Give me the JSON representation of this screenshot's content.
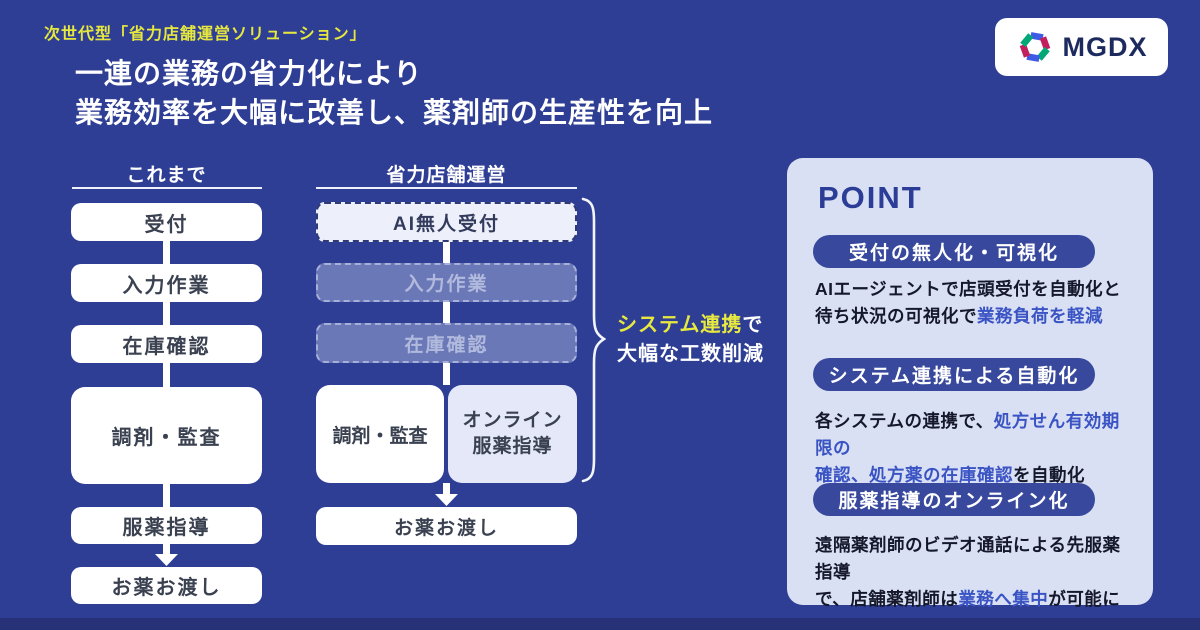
{
  "tagline": "次世代型「省力店舗運営ソリューション」",
  "title": {
    "line1": "一連の業務の省力化により",
    "line2": "業務効率を大幅に改善し、薬剤師の生産性を向上"
  },
  "logo": {
    "text": "MGDX"
  },
  "before": {
    "header": "これまで",
    "steps": [
      "受付",
      "入力作業",
      "在庫確認",
      "調剤・監査",
      "服薬指導",
      "お薬お渡し"
    ]
  },
  "after": {
    "header": "省力店舗運営",
    "ai_step": "AI無人受付",
    "faded_steps": [
      "入力作業",
      "在庫確認"
    ],
    "dispense": "調剤・監査",
    "online_line1": "オンライン",
    "online_line2": "服薬指導",
    "handover": "お薬お渡し"
  },
  "callout": {
    "highlight": "システム連携",
    "rest": "で",
    "line2": "大幅な工数削減"
  },
  "point": {
    "title": "POINT",
    "item1": {
      "pill": "受付の無人化・可視化",
      "l1": "AIエージェントで店頭受付を自動化と",
      "l2_dark": "待ち状況の可視化で",
      "l2_blue": "業務負荷を軽減"
    },
    "item2": {
      "pill": "システム連携による自動化",
      "l1_dark": "各システムの連携で、",
      "l1_blue": "処方せん有効期限の",
      "l2_blue": "確認、処方薬の在庫確認",
      "l2_dark": "を自動化"
    },
    "item3": {
      "pill": "服薬指導のオンライン化",
      "l1": "遠隔薬剤師のビデオ通話による先服薬指導",
      "l2_dark1": "で、店舗薬剤師は",
      "l2_blue": "業務へ集中",
      "l2_dark2": "が可能に"
    }
  },
  "colors": {
    "background": "#2f3e95",
    "footer_strip": "#273178",
    "accent_yellow": "#e7e93f",
    "panel_bg": "#dae0f4",
    "pill_bg": "#37489d",
    "highlight_blue": "#3a54c4",
    "logo_blue": "#3f5be6",
    "logo_red": "#c21f5e",
    "logo_green": "#00a876"
  }
}
